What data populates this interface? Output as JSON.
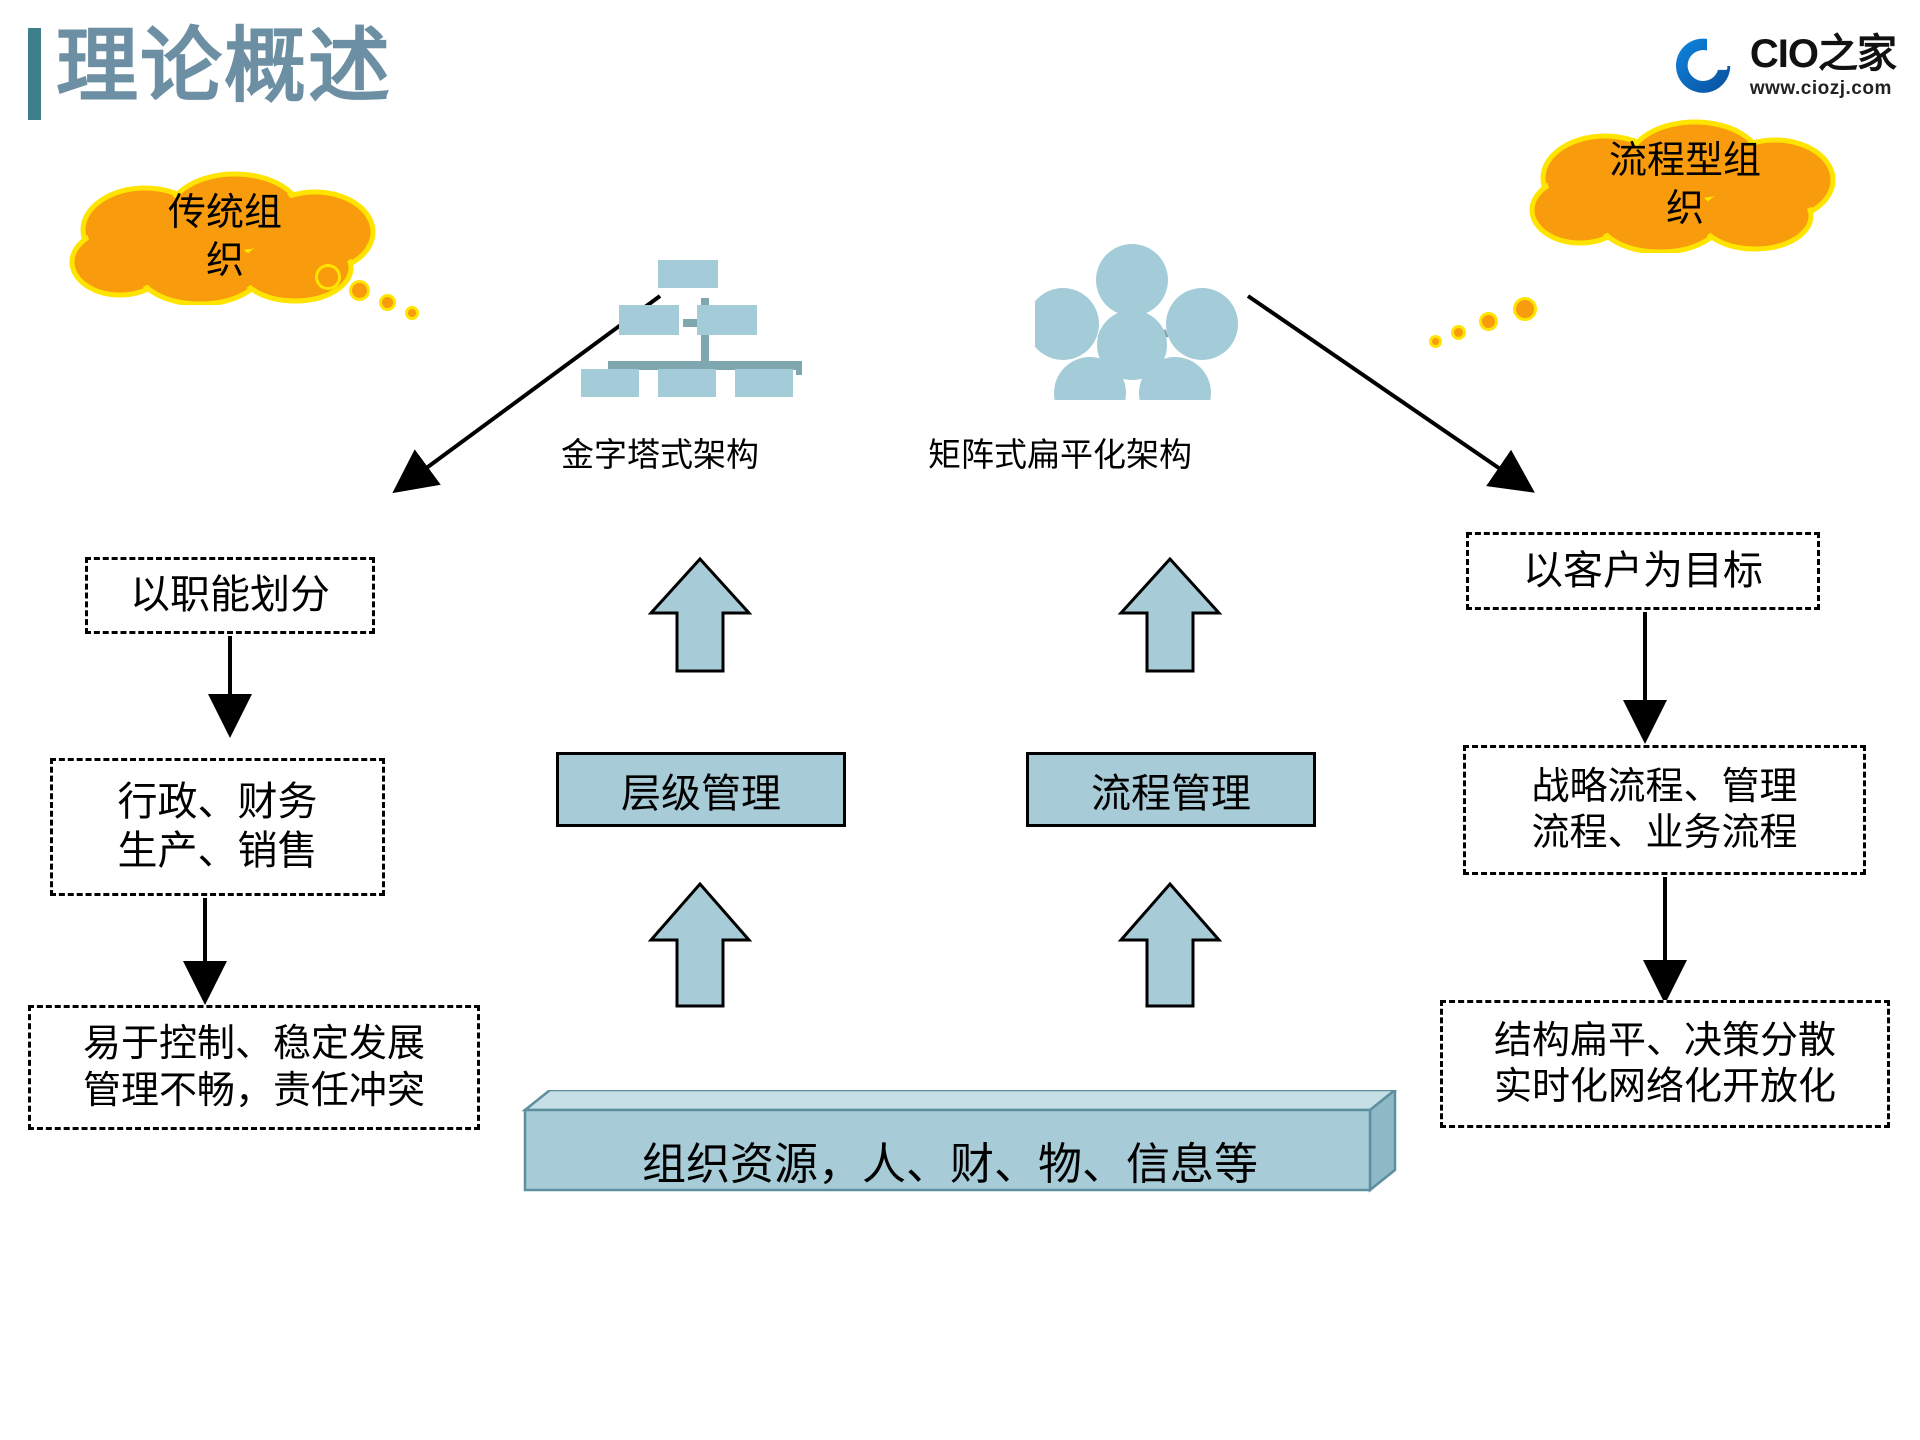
{
  "header": {
    "title": "理论概述",
    "accent_color": "#3f7f8c",
    "title_color": "#6d8fa3"
  },
  "logo": {
    "mark": "circle-c-icon",
    "name": "CIO之家",
    "url": "www.ciozj.com",
    "mark_color": "#1071CE"
  },
  "clouds": [
    {
      "name": "traditional-org",
      "label": "传统组\n织",
      "color": "#F89B0C",
      "outline": "#FFE400"
    },
    {
      "name": "process-org",
      "label": "流程型组\n织",
      "color": "#F89B0C",
      "outline": "#FFE400"
    }
  ],
  "icons": [
    {
      "name": "pyramid-structure-icon",
      "caption": "金字塔式架构",
      "fill": "#A3CCD8",
      "line": "#7FA7B0"
    },
    {
      "name": "matrix-flat-structure-icon",
      "caption": "矩阵式扁平化架构",
      "fill": "#A3CCD8",
      "line": "#7FA7B0"
    }
  ],
  "left_column": [
    {
      "name": "divide-by-function",
      "text": "以职能划分",
      "font_size": 40
    },
    {
      "name": "functions-list",
      "text": "行政、财务\n生产、销售",
      "font_size": 40
    },
    {
      "name": "traditional-traits",
      "text": "易于控制、稳定发展\n管理不畅，责任冲突",
      "font_size": 38
    }
  ],
  "right_column": [
    {
      "name": "customer-goal",
      "text": "以客户为目标",
      "font_size": 40
    },
    {
      "name": "process-types",
      "text": "战略流程、管理\n流程、业务流程",
      "font_size": 38
    },
    {
      "name": "process-org-traits",
      "text": "结构扁平、决策分散\n实时化网络化开放化",
      "font_size": 38
    }
  ],
  "center_boxes": [
    {
      "name": "hierarchical-management",
      "text": "层级管理"
    },
    {
      "name": "process-management",
      "text": "流程管理"
    }
  ],
  "base": {
    "name": "organizational-resources-bar",
    "text": "组织资源，人、财、物、信息等",
    "fill": "#A8CCD7",
    "top_fill": "#C6DEE6",
    "side_fill": "#8FB9C6"
  },
  "arrows": {
    "up_arrow_fill": "#A8CCD7",
    "up_arrow_stroke": "#000000",
    "count": 4
  }
}
